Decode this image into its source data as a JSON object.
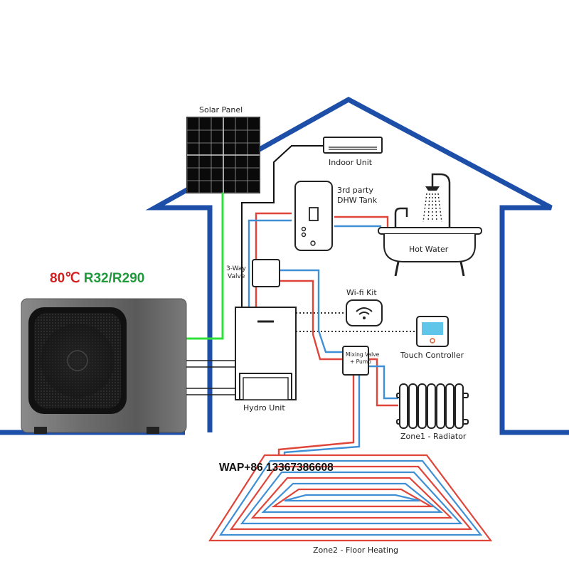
{
  "labels": {
    "solar_panel": "Solar Panel",
    "indoor_unit": "Indoor Unit",
    "dhw_tank_line1": "3rd party",
    "dhw_tank_line2": "DHW Tank",
    "hot_water": "Hot Water",
    "three_way_valve_line1": "3-Way",
    "three_way_valve_line2": "Valve",
    "wifi_kit": "Wi-fi Kit",
    "mixing_valve_line1": "Mixing Valve",
    "mixing_valve_line2": "+ Pump",
    "touch_controller": "Touch Controller",
    "hydro_unit": "Hydro Unit",
    "zone1": "Zone1 - Radiator",
    "zone2": "Zone2 - Floor Heating"
  },
  "spec": {
    "temperature": "80℃",
    "refrigerant": "R32/R290"
  },
  "contact": "WAP+86 13367386608",
  "colors": {
    "house_outline": "#1d4fa8",
    "hot_pipe": "#e0453a",
    "cold_pipe": "#3f8fd6",
    "solar_cable": "#2ee03a",
    "spec_temp": "#d21f1f",
    "spec_refrigerant": "#1f9a3a"
  },
  "icons": [
    "solar-panel-icon",
    "indoor-unit-icon",
    "dhw-tank-icon",
    "bathtub-icon",
    "shower-icon",
    "valve-icon",
    "wifi-icon",
    "touch-controller-icon",
    "mixing-valve-icon",
    "hydro-unit-icon",
    "radiator-icon",
    "floor-heating-icon",
    "heat-pump-outdoor-unit-icon"
  ]
}
